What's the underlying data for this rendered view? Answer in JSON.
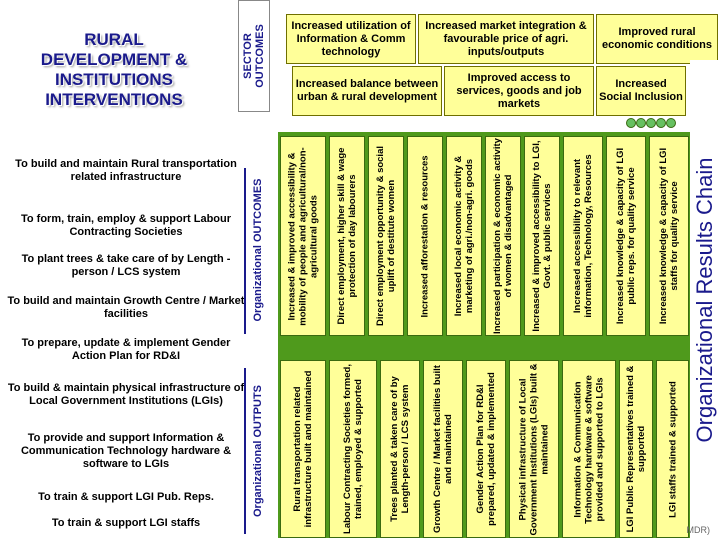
{
  "title_lines": [
    "RURAL",
    "DEVELOPMENT &",
    "INSTITUTIONS",
    "INTERVENTIONS"
  ],
  "sector_label": [
    "SECTOR",
    "OUTCOMES"
  ],
  "sector_outcomes": [
    "Increased utilization of Information & Comm technology",
    "Increased market integration & favourable price of agri. inputs/outputs",
    "Improved rural economic conditions",
    "Increased balance between urban & rural development",
    "Improved access to services, goods and job markets",
    "Increased Social Inclusion"
  ],
  "org_outcomes_label": "Organizational OUTCOMES",
  "org_outputs_label": "Organizational OUTPUTS",
  "side_label": "Organizational Results Chain",
  "activities": [
    "To build and maintain Rural transportation related infrastructure",
    "To form, train, employ & support Labour Contracting Societies",
    "To plant trees & take care of by Length -person / LCS system",
    "To build and maintain Growth Centre / Market facilities",
    "To prepare, update & implement Gender Action Plan for RD&I",
    "To build & maintain physical infrastructure of Local Government Institutions (LGIs)",
    "To provide and support Information & Communication Technology hardware & software to LGIs",
    "To train & support LGI Pub. Reps.",
    "To train & support LGI staffs"
  ],
  "outcomes": [
    "Increased & improved accessibility & mobility of people and agricultural/non-agricultural goods",
    "Direct employment, higher skill & wage protection of day labourers",
    "Direct employment opportunity & social uplift of destitute women",
    "Increased afforestation & resources",
    "Increased local economic activity & marketing of agri./non-agri. goods",
    "Increased participation & economic activity of women & disadvantaged",
    "Increased & improved accessibility to LGI, Govt. & public services",
    "Increased accessibility to relevant information, Technology, Resources",
    "Increased knowledge & capacity of LGI public reps. for quality service",
    "Increased knowledge & capacity of LGI staffs for quality service"
  ],
  "outputs": [
    "Rural transportation related infrastructure built and maintained",
    "Labour Contracting Societies formed, trained, employed & supported",
    "Trees planted & taken care of by Length-person / LCS system",
    "Growth Centre / Market facilities built and maintained",
    "Gender Action Plan for RD&I prepared, updated & implemented",
    "Physical infrastructure of Local Government Institutions (LGIs) built & maintained",
    "Information & Communication Technology hardware & software provided and supported to LGIs",
    "LGI Public Representatives trained & supported",
    "LGI staffs trained & supported"
  ],
  "source_fragment": "MDR)"
}
